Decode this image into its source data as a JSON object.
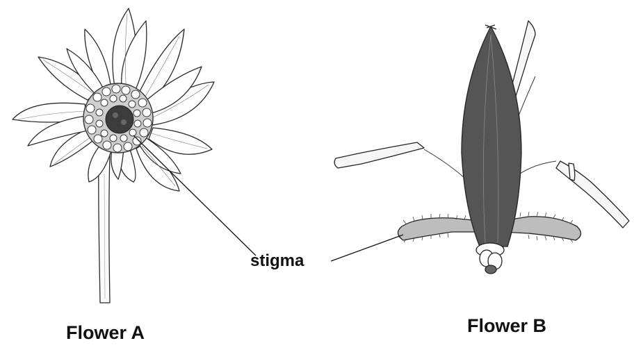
{
  "labels": {
    "stigma": "stigma",
    "flower_a": "Flower A",
    "flower_b": "Flower B"
  },
  "colors": {
    "ink": "#1a1a1a",
    "stamen_fill": "#555555",
    "background": "#ffffff"
  }
}
